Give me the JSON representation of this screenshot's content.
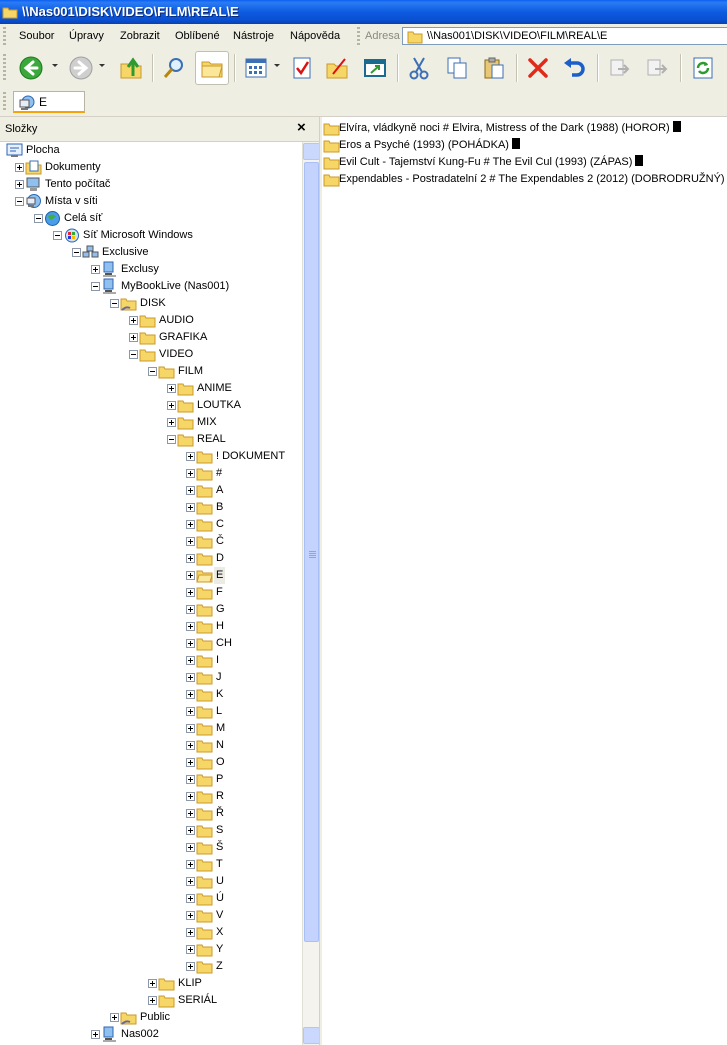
{
  "window": {
    "title": "\\\\Nas001\\DISK\\VIDEO\\FILM\\REAL\\E"
  },
  "menubar": {
    "items": [
      "Soubor",
      "Úpravy",
      "Zobrazit",
      "Oblíbené",
      "Nástroje",
      "Nápověda"
    ],
    "address_label": "Adresa",
    "address_value": "\\\\Nas001\\DISK\\VIDEO\\FILM\\REAL\\E"
  },
  "toolbar": {
    "buttons": [
      "back-icon",
      "forward-icon",
      "up-folder-icon",
      "search-icon",
      "folders-icon",
      "views-icon",
      "checklist-icon",
      "folder-edit-icon",
      "window-icon",
      "cut-icon",
      "copy-icon",
      "paste-icon",
      "delete-icon",
      "undo-icon",
      "move-to-icon",
      "copy-to-icon",
      "refresh-icon"
    ]
  },
  "tab": {
    "label": "E"
  },
  "folders_pane": {
    "title": "Složky",
    "close": "×",
    "tree": [
      {
        "label": "Plocha",
        "level": 0,
        "icon": "desktop-icon",
        "expander": ""
      },
      {
        "label": "Dokumenty",
        "level": 1,
        "icon": "documents-icon",
        "expander": "plus"
      },
      {
        "label": "Tento počítač",
        "level": 1,
        "icon": "computer-icon",
        "expander": "plus"
      },
      {
        "label": "Místa v síti",
        "level": 1,
        "icon": "network-places-icon",
        "expander": "minus"
      },
      {
        "label": "Celá síť",
        "level": 2,
        "icon": "globe-icon",
        "expander": "minus"
      },
      {
        "label": "Síť Microsoft Windows",
        "level": 3,
        "icon": "windows-network-icon",
        "expander": "minus"
      },
      {
        "label": "Exclusive",
        "level": 4,
        "icon": "workgroup-icon",
        "expander": "minus"
      },
      {
        "label": "Exclusy",
        "level": 5,
        "icon": "network-computer-icon",
        "expander": "plus"
      },
      {
        "label": "MyBookLive (Nas001)",
        "level": 5,
        "icon": "network-computer-icon",
        "expander": "minus"
      },
      {
        "label": "DISK",
        "level": 6,
        "icon": "shared-folder-icon",
        "expander": "minus"
      },
      {
        "label": "AUDIO",
        "level": 7,
        "icon": "folder-icon",
        "expander": "plus"
      },
      {
        "label": "GRAFIKA",
        "level": 7,
        "icon": "folder-icon",
        "expander": "plus"
      },
      {
        "label": "VIDEO",
        "level": 7,
        "icon": "folder-icon",
        "expander": "minus"
      },
      {
        "label": "FILM",
        "level": 8,
        "icon": "folder-icon",
        "expander": "minus"
      },
      {
        "label": "ANIME",
        "level": 9,
        "icon": "folder-icon",
        "expander": "plus"
      },
      {
        "label": "LOUTKA",
        "level": 9,
        "icon": "folder-icon",
        "expander": "plus"
      },
      {
        "label": "MIX",
        "level": 9,
        "icon": "folder-icon",
        "expander": "plus"
      },
      {
        "label": "REAL",
        "level": 9,
        "icon": "folder-icon",
        "expander": "minus"
      },
      {
        "label": "! DOKUMENT",
        "level": 10,
        "icon": "folder-icon",
        "expander": "plus"
      },
      {
        "label": "#",
        "level": 10,
        "icon": "folder-icon",
        "expander": "plus"
      },
      {
        "label": "A",
        "level": 10,
        "icon": "folder-icon",
        "expander": "plus"
      },
      {
        "label": "B",
        "level": 10,
        "icon": "folder-icon",
        "expander": "plus"
      },
      {
        "label": "C",
        "level": 10,
        "icon": "folder-icon",
        "expander": "plus"
      },
      {
        "label": "Č",
        "level": 10,
        "icon": "folder-icon",
        "expander": "plus"
      },
      {
        "label": "D",
        "level": 10,
        "icon": "folder-icon",
        "expander": "plus"
      },
      {
        "label": "E",
        "level": 10,
        "icon": "folder-open-icon",
        "expander": "plus",
        "selected": true
      },
      {
        "label": "F",
        "level": 10,
        "icon": "folder-icon",
        "expander": "plus"
      },
      {
        "label": "G",
        "level": 10,
        "icon": "folder-icon",
        "expander": "plus"
      },
      {
        "label": "H",
        "level": 10,
        "icon": "folder-icon",
        "expander": "plus"
      },
      {
        "label": "CH",
        "level": 10,
        "icon": "folder-icon",
        "expander": "plus"
      },
      {
        "label": "I",
        "level": 10,
        "icon": "folder-icon",
        "expander": "plus"
      },
      {
        "label": "J",
        "level": 10,
        "icon": "folder-icon",
        "expander": "plus"
      },
      {
        "label": "K",
        "level": 10,
        "icon": "folder-icon",
        "expander": "plus"
      },
      {
        "label": "L",
        "level": 10,
        "icon": "folder-icon",
        "expander": "plus"
      },
      {
        "label": "M",
        "level": 10,
        "icon": "folder-icon",
        "expander": "plus"
      },
      {
        "label": "N",
        "level": 10,
        "icon": "folder-icon",
        "expander": "plus"
      },
      {
        "label": "O",
        "level": 10,
        "icon": "folder-icon",
        "expander": "plus"
      },
      {
        "label": "P",
        "level": 10,
        "icon": "folder-icon",
        "expander": "plus"
      },
      {
        "label": "R",
        "level": 10,
        "icon": "folder-icon",
        "expander": "plus"
      },
      {
        "label": "Ř",
        "level": 10,
        "icon": "folder-icon",
        "expander": "plus"
      },
      {
        "label": "S",
        "level": 10,
        "icon": "folder-icon",
        "expander": "plus"
      },
      {
        "label": "Š",
        "level": 10,
        "icon": "folder-icon",
        "expander": "plus"
      },
      {
        "label": "T",
        "level": 10,
        "icon": "folder-icon",
        "expander": "plus"
      },
      {
        "label": "U",
        "level": 10,
        "icon": "folder-icon",
        "expander": "plus"
      },
      {
        "label": "Ú",
        "level": 10,
        "icon": "folder-icon",
        "expander": "plus"
      },
      {
        "label": "V",
        "level": 10,
        "icon": "folder-icon",
        "expander": "plus"
      },
      {
        "label": "X",
        "level": 10,
        "icon": "folder-icon",
        "expander": "plus"
      },
      {
        "label": "Y",
        "level": 10,
        "icon": "folder-icon",
        "expander": "plus"
      },
      {
        "label": "Z",
        "level": 10,
        "icon": "folder-icon",
        "expander": "plus"
      },
      {
        "label": "KLIP",
        "level": 8,
        "icon": "folder-icon",
        "expander": "plus"
      },
      {
        "label": "SERIÁL",
        "level": 8,
        "icon": "folder-icon",
        "expander": "plus"
      },
      {
        "label": "Public",
        "level": 6,
        "icon": "shared-folder-icon",
        "expander": "plus"
      },
      {
        "label": "Nas002",
        "level": 5,
        "icon": "network-computer-icon",
        "expander": "plus"
      }
    ]
  },
  "content": {
    "items": [
      "Elvíra, vládkyně noci # Elvira, Mistress of the Dark (1988) (HOROR)",
      "Eros a Psyché (1993) (POHÁDKA)",
      "Evil Cult - Tajemství Kung-Fu # The Evil Cul (1993) (ZÁPAS)",
      "Expendables - Postradatelní 2 # The Expendables 2 (2012) (DOBRODRUŽNÝ)"
    ]
  },
  "colors": {
    "titlebar": "#0a5fe8",
    "chrome": "#efeee2",
    "folder": "#f7d668",
    "folder_edge": "#c99a2a",
    "selection": "#ecebe4"
  }
}
